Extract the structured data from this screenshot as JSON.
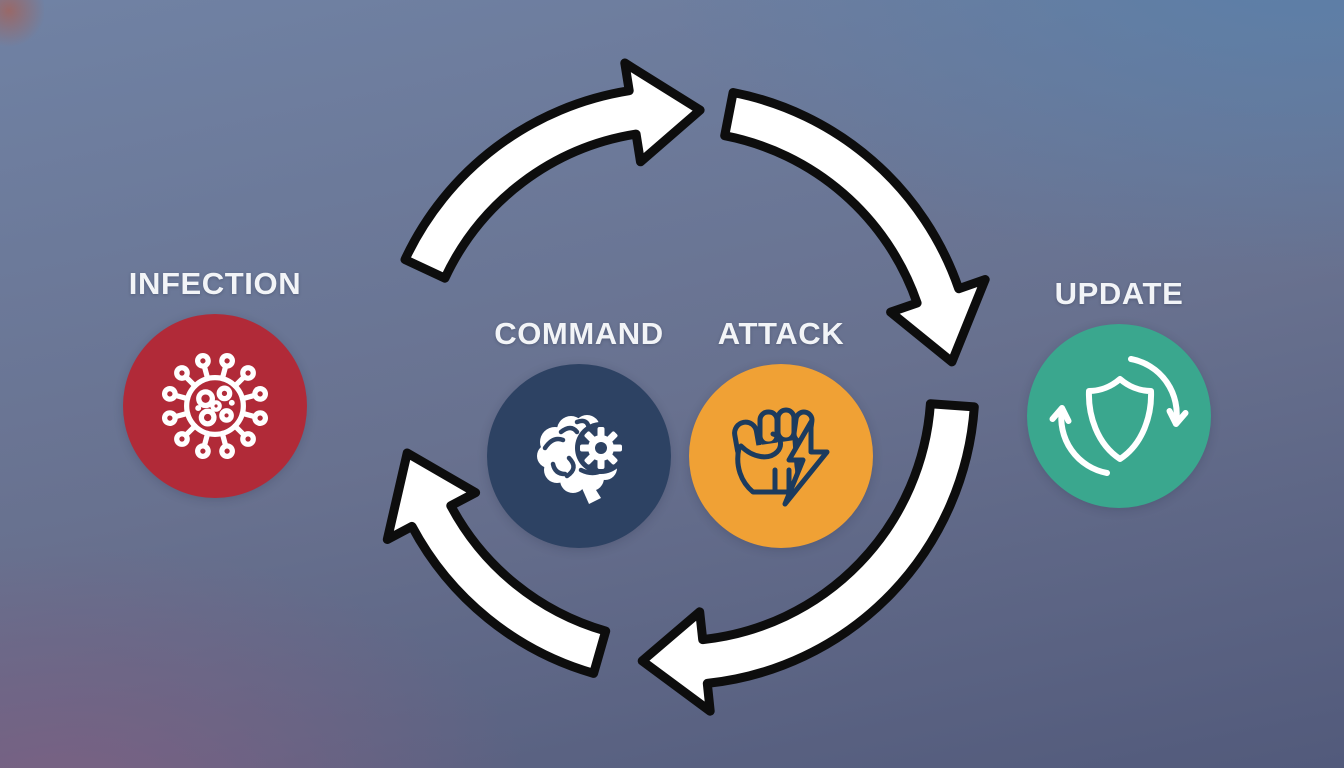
{
  "stages": [
    {
      "label": "INFECTION",
      "circle_color": "#b12a38",
      "icon": "virus-icon",
      "icon_color": "#ffffff"
    },
    {
      "label": "COMMAND",
      "circle_color": "#2d4263",
      "icon": "brain-gear-icon",
      "icon_color": "#ffffff"
    },
    {
      "label": "ATTACK",
      "circle_color": "#f0a135",
      "icon": "fist-lightning-icon",
      "icon_color": "#1c3b5e"
    },
    {
      "label": "UPDATE",
      "circle_color": "#3aa78e",
      "icon": "shield-refresh-icon",
      "icon_color": "#ffffff"
    }
  ],
  "cycle": {
    "direction": "clockwise",
    "arrow_fill": "#ffffff",
    "arrow_outline": "#0d0d0d"
  },
  "background": {
    "top": "#7082a4",
    "top_right": "#5a80aa",
    "middle": "#68718f",
    "bottom_left": "#80607f",
    "bottom_right": "#4a5474"
  },
  "label_text_color": "#f2f4f7"
}
